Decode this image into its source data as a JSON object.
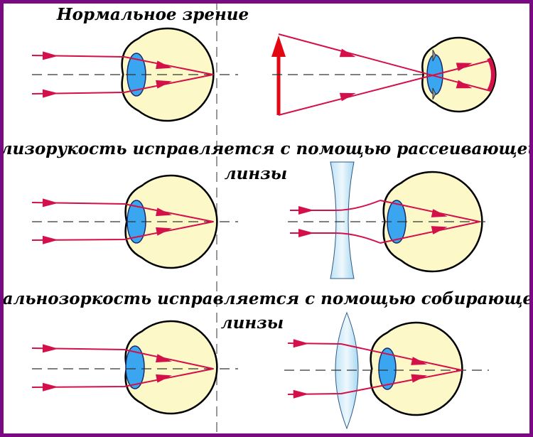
{
  "titles": {
    "normal": "Нормальное зрение",
    "myopia": "Близорукость исправляется с помощью рассеивающей",
    "myopia_line2": "линзы",
    "hyperopia": "Дальнозоркость исправляется с помощью собирающей",
    "hyperopia_line2": "линзы"
  },
  "colors": {
    "frame": "#7a0a82",
    "ray": "#d4104a",
    "eyeball": "#fdf8c8",
    "lens": "#3aa6f0",
    "object_arrow": "#e30613"
  }
}
